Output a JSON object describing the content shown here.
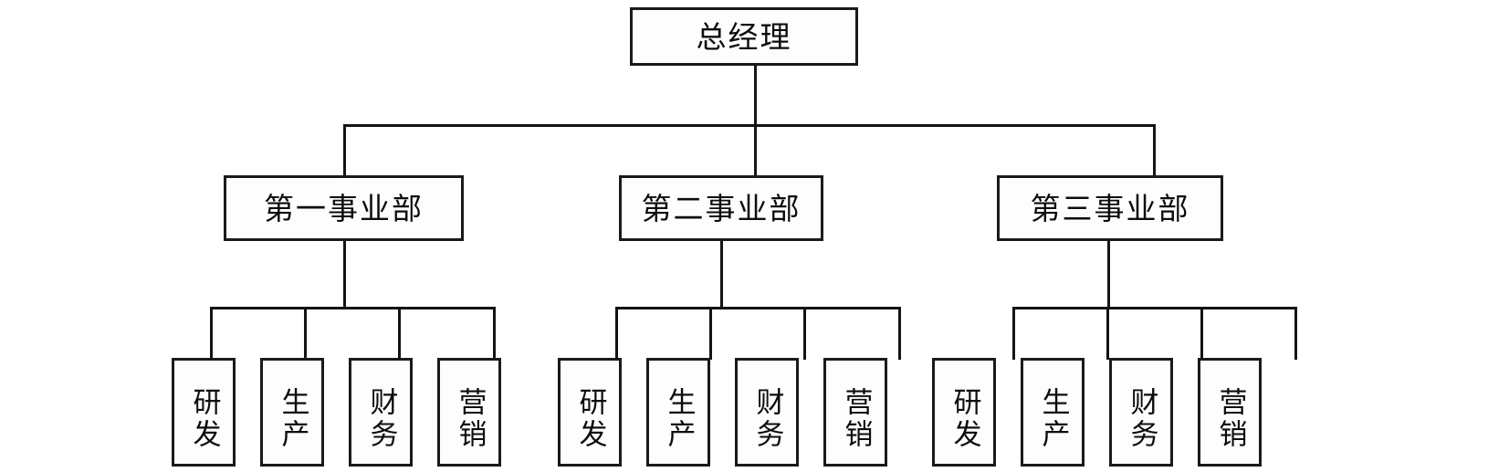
{
  "diagram": {
    "type": "organizational-chart",
    "title_text": "",
    "orientation": "top-down",
    "levels": 3,
    "style": {
      "background_color": "#ffffff",
      "box_fill_color": "#fdfdfd",
      "border_color": "#1a1a1a",
      "text_color": "#0d0d0d",
      "connector_color": "#141414"
    }
  },
  "root": {
    "label": "总经理",
    "role": "general-manager"
  },
  "divisions": [
    {
      "label": "第一事业部",
      "role": "first-business-division",
      "departments": [
        {
          "label": "研发",
          "role": "research-and-development"
        },
        {
          "label": "生产",
          "role": "production"
        },
        {
          "label": "财务",
          "role": "finance"
        },
        {
          "label": "营销",
          "role": "marketing"
        }
      ]
    },
    {
      "label": "第二事业部",
      "role": "second-business-division",
      "departments": [
        {
          "label": "研发",
          "role": "research-and-development"
        },
        {
          "label": "生产",
          "role": "production"
        },
        {
          "label": "财务",
          "role": "finance"
        },
        {
          "label": "营销",
          "role": "marketing"
        }
      ]
    },
    {
      "label": "第三事业部",
      "role": "third-business-division",
      "departments": [
        {
          "label": "研发",
          "role": "research-and-development"
        },
        {
          "label": "生产",
          "role": "production"
        },
        {
          "label": "财务",
          "role": "finance"
        },
        {
          "label": "营销",
          "role": "marketing"
        }
      ]
    }
  ]
}
